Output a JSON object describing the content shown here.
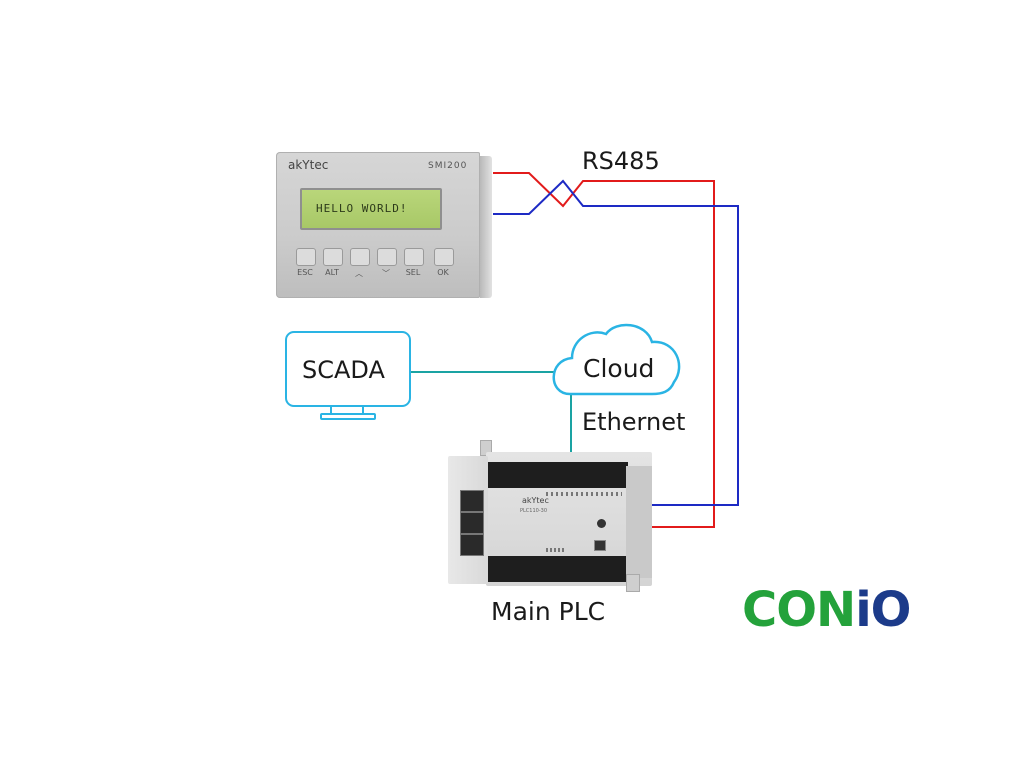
{
  "labels": {
    "rs485": "RS485",
    "scada": "SCADA",
    "cloud": "Cloud",
    "ethernet": "Ethernet",
    "main_plc": "Main PLC"
  },
  "smi_panel": {
    "brand": "akYtec",
    "model": "SMI200",
    "display_text": "HELLO WORLD!",
    "keys": [
      "ESC",
      "ALT",
      "︿",
      "﹀",
      "SEL",
      "OK"
    ]
  },
  "plc": {
    "brand": "akYtec",
    "model": "PLC110-30"
  },
  "logo": {
    "part1": "CON",
    "part2": "iO",
    "alt": "CONiO"
  },
  "colors": {
    "rs485_a": "#e21b1b",
    "rs485_b": "#1d2ac4",
    "network": "#1aa3a3",
    "device_outline": "#2ab4e4",
    "logo_green": "#24a23b",
    "logo_blue": "#1c3b8a"
  }
}
